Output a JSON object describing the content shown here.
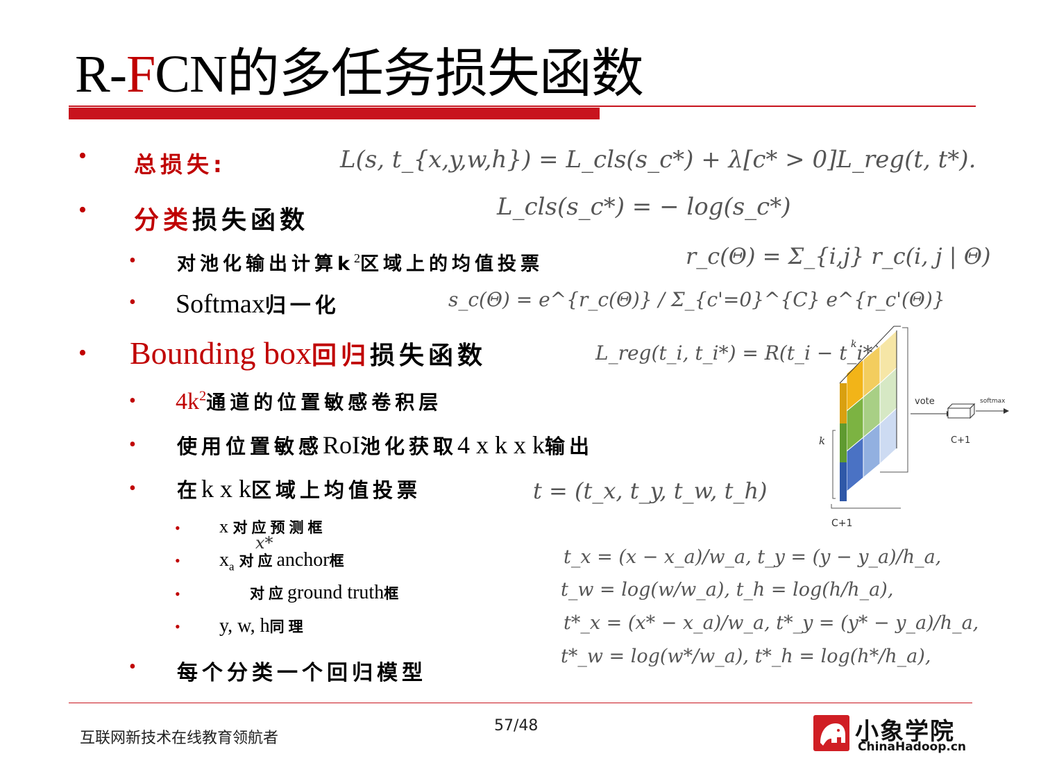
{
  "title": {
    "prefix": "R-",
    "highlight": "F",
    "rest": "CN的多任务损失函数"
  },
  "bullets": {
    "total_loss_label": "总损失:",
    "total_loss_formula": "L(s, t_{x,y,w,h}) = L_cls(s_c*) + λ[c* > 0]L_reg(t, t*).",
    "cls_label_red": "分类",
    "cls_label_black": "损失函数",
    "cls_formula": "L_cls(s_c*) = − log(s_c*)",
    "vote_text_a": "对池化输出计算k",
    "vote_text_sup": "2",
    "vote_text_b": "区域上的均值投票",
    "vote_formula": "r_c(Θ) = Σ_{i,j} r_c(i, j | Θ)",
    "softmax_latin": "Softmax",
    "softmax_cjk": "归一化",
    "softmax_formula": "s_c(Θ) = e^{r_c(Θ)} / Σ_{c'=0}^{C} e^{r_c'(Θ)}",
    "bbox_red_latin": "Bounding box",
    "bbox_red_cjk": "回归",
    "bbox_black": "损失函数",
    "bbox_formula": "L_reg(t_i, t_i*) = R(t_i − t_i*)",
    "conv_red": "4k",
    "conv_sup": "2",
    "conv_black": "通道的位置敏感卷积层",
    "pool_a": "使用位置敏感",
    "pool_latin": "RoI",
    "pool_b": "池化获取",
    "pool_latin2": "4 x k x k",
    "pool_c": "输出",
    "mean_a": "在",
    "mean_latin": "k x k",
    "mean_b": "区域上均值投票",
    "t_formula": "t = (t_x, t_y, t_w, t_h)",
    "x_latin": "x ",
    "x_cjk": "对应预测框",
    "xa_latin": "x",
    "xa_sub": "a",
    "xa_cjk": "对应",
    "xa_latin2": "anchor",
    "xa_cjk2": "框",
    "xstar_cjk": "对应",
    "xstar_latin": "ground truth",
    "xstar_cjk2": "框",
    "ywh_latin": "y, w, h",
    "ywh_cjk": "同理",
    "per_class": "每个分类一个回归模型",
    "eq1": "t_x = (x − x_a)/w_a,    t_y = (y − y_a)/h_a,",
    "eq2": "t_w = log(w/w_a),    t_h = log(h/h_a),",
    "eq3": "t*_x = (x* − x_a)/w_a,    t*_y = (y* − y_a)/h_a,",
    "eq4": "t*_w = log(w*/w_a),    t*_h = log(h*/h_a),"
  },
  "diagram": {
    "label_k_top": "k",
    "label_k_left": "k",
    "label_c1_bottom": "C+1",
    "label_vote": "vote",
    "label_softmax": "softmax",
    "label_c1_right": "C+1"
  },
  "footer": {
    "slogan": "互联网新技术在线教育领航者",
    "page": "57/48",
    "logo_cn": "小象学院",
    "logo_en": "ChinaHadoop.cn"
  },
  "colors": {
    "accent": "#c00000",
    "rule": "#c8141e",
    "yellow": "#f2b418",
    "green": "#7cb342",
    "blue": "#4a72c4"
  }
}
